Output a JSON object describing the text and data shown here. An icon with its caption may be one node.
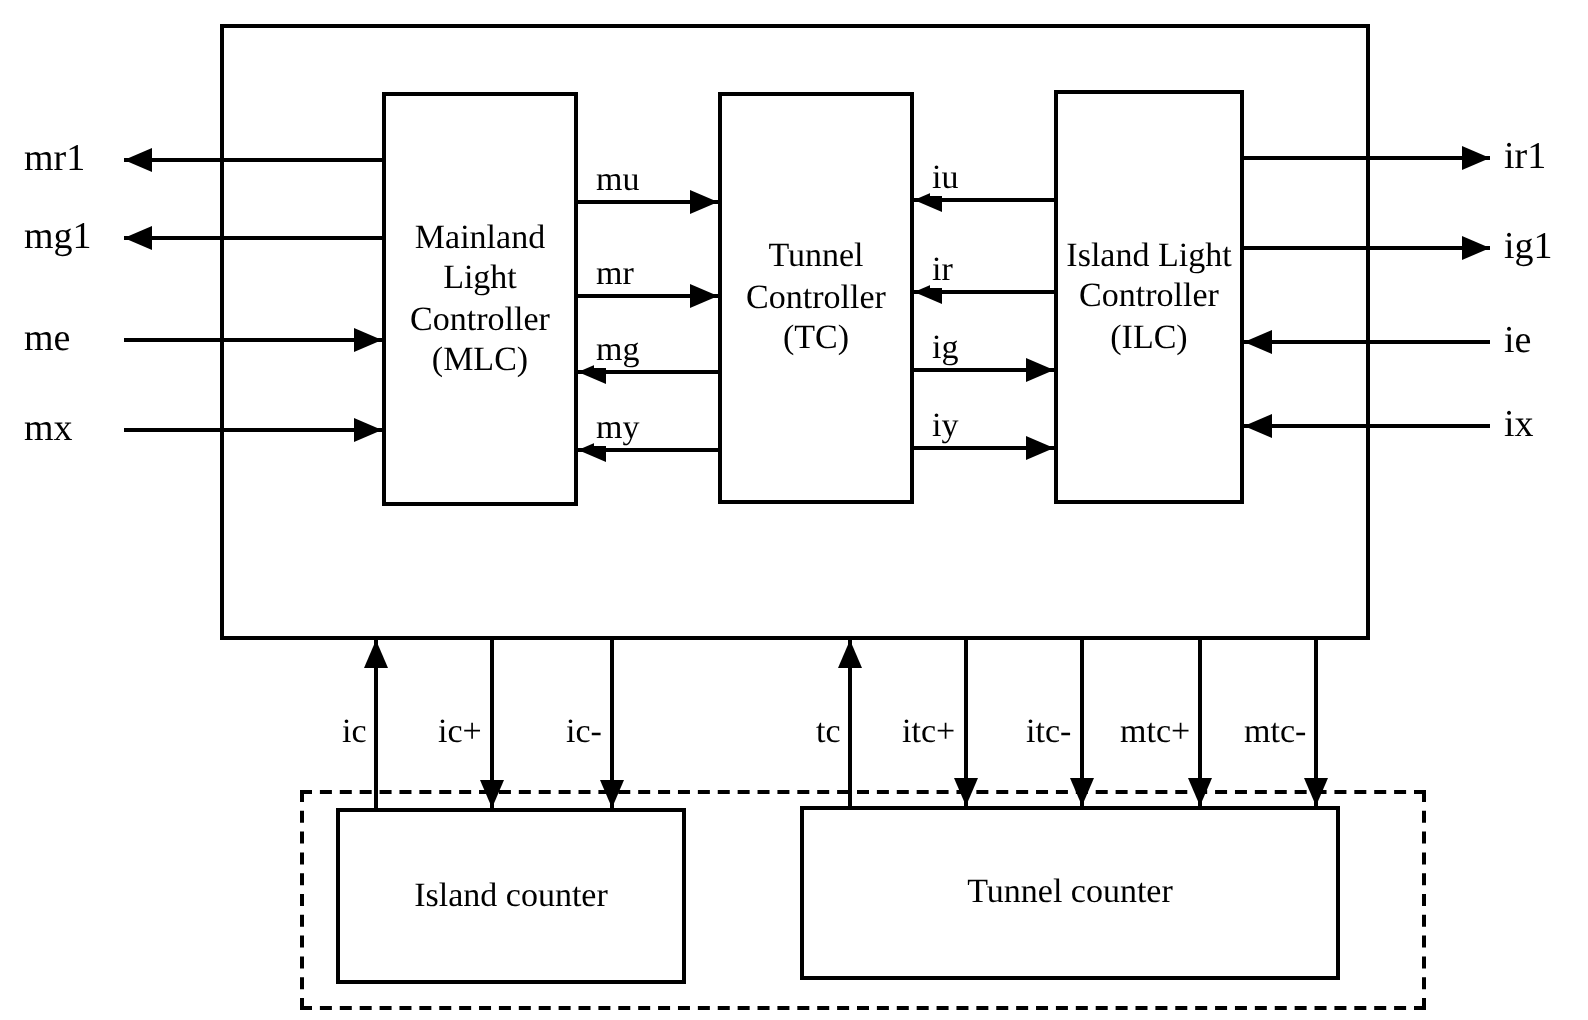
{
  "diagram": {
    "nodes": [
      {
        "text": [],
        "shape": "box"
      },
      {
        "text": [
          "Mainland Light Controller (MLC)"
        ],
        "in": 0
      },
      {
        "text": [
          "Tunnel Controller (TC)"
        ],
        "in": 0
      },
      {
        "text": [
          "Island Light Controller (ILC)"
        ],
        "in": 0
      },
      {
        "text": [
          "mr1"
        ]
      },
      {
        "text": [
          "mg1"
        ]
      },
      {
        "text": [
          "me"
        ]
      },
      {
        "text": [
          "mx"
        ]
      },
      {
        "text": [
          "ir1"
        ]
      },
      {
        "text": [
          "ig1"
        ]
      },
      {
        "text": [
          "ie"
        ]
      },
      {
        "text": [
          "ix"
        ]
      },
      {
        "text": [],
        "shape": "box"
      },
      {
        "text": [
          "Island counter"
        ],
        "in": 12
      },
      {
        "text": [
          "Tunnel counter"
        ],
        "in": 12
      }
    ],
    "edges": [
      {
        "from": 1,
        "to": 4,
        "arrow": "to"
      },
      {
        "from": 1,
        "to": 5,
        "arrow": "to"
      },
      {
        "from": 6,
        "to": 1,
        "arrow": "to"
      },
      {
        "from": 7,
        "to": 1,
        "arrow": "to"
      },
      {
        "from": 1,
        "to": 2,
        "label": "mu",
        "arrow": "to"
      },
      {
        "from": 1,
        "to": 2,
        "label": "mr",
        "arrow": "to"
      },
      {
        "from": 2,
        "to": 1,
        "label": "mg",
        "arrow": "to"
      },
      {
        "from": 2,
        "to": 1,
        "label": "my",
        "arrow": "to"
      },
      {
        "from": 3,
        "to": 2,
        "label": "iu",
        "arrow": "to"
      },
      {
        "from": 3,
        "to": 2,
        "label": "ir",
        "arrow": "to"
      },
      {
        "from": 2,
        "to": 3,
        "label": "ig",
        "arrow": "to"
      },
      {
        "from": 2,
        "to": 3,
        "label": "iy",
        "arrow": "to"
      },
      {
        "from": 3,
        "to": 8,
        "arrow": "to"
      },
      {
        "from": 3,
        "to": 9,
        "arrow": "to"
      },
      {
        "from": 10,
        "to": 3,
        "arrow": "to"
      },
      {
        "from": 11,
        "to": 3,
        "arrow": "to"
      },
      {
        "from": 13,
        "to": 0,
        "label": "ic",
        "arrow": "to"
      },
      {
        "from": 0,
        "to": 13,
        "label": "ic+",
        "arrow": "to"
      },
      {
        "from": 0,
        "to": 13,
        "label": "ic-",
        "arrow": "to"
      },
      {
        "from": 14,
        "to": 0,
        "label": "tc",
        "arrow": "to"
      },
      {
        "from": 0,
        "to": 14,
        "label": "itc+",
        "arrow": "to"
      },
      {
        "from": 0,
        "to": 14,
        "label": "itc-",
        "arrow": "to"
      },
      {
        "from": 0,
        "to": 14,
        "label": "mtc+",
        "arrow": "to"
      },
      {
        "from": 0,
        "to": 14,
        "label": "mtc-",
        "arrow": "to"
      }
    ]
  }
}
